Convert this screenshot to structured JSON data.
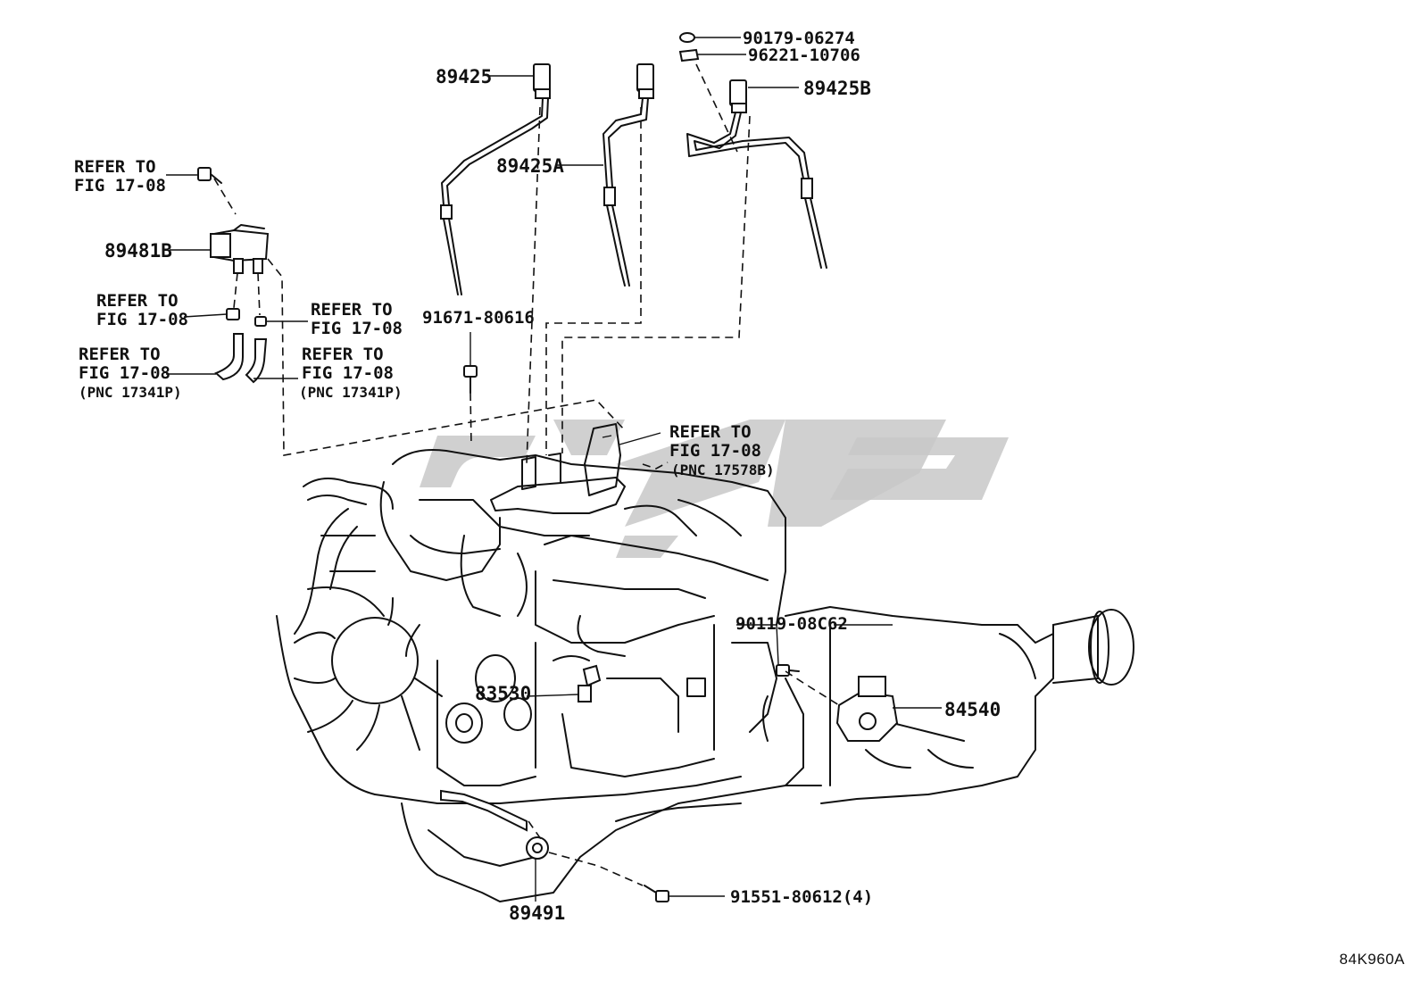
{
  "labels": {
    "p89425": "89425",
    "p89425A": "89425A",
    "p89425B": "89425B",
    "p90179": "90179-06274",
    "p96221": "96221-10706",
    "p89481B": "89481B",
    "p91671": "91671-80616",
    "p83530": "83530",
    "p90119": "90119-08C62",
    "p84540": "84540",
    "p89491": "89491",
    "p91551": "91551-80612(4)"
  },
  "refs": {
    "refer_to": "REFER TO",
    "fig": "FIG 17-08",
    "pnc_17341p": "(PNC 17341P)",
    "pnc_17578b": "(PNC 17578B)"
  },
  "diagram_id": "84K960A"
}
